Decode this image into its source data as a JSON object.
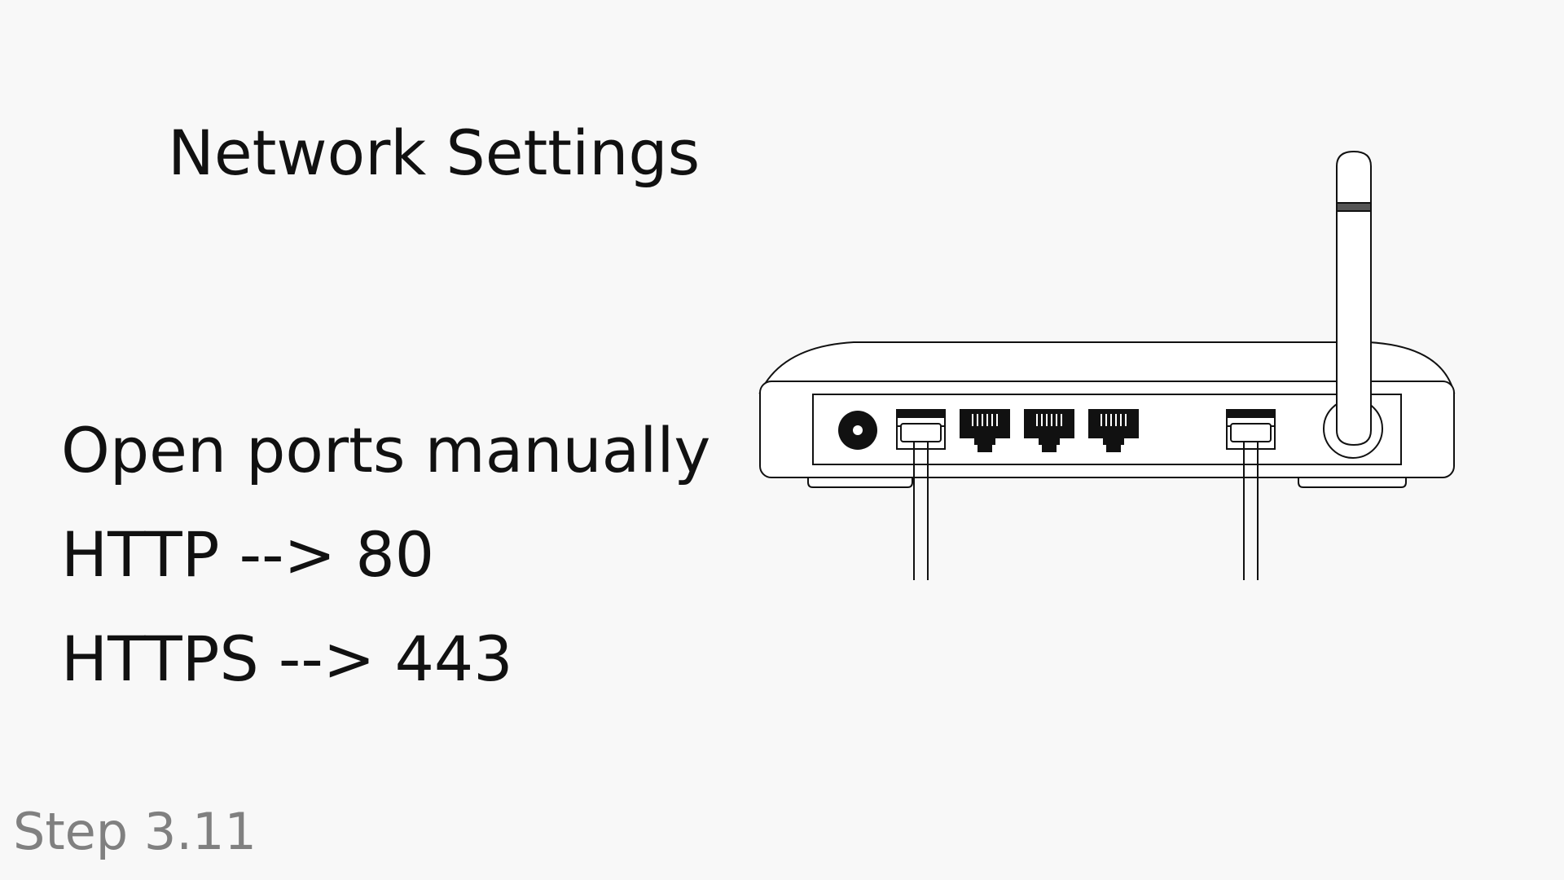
{
  "slide": {
    "title": "Network Settings",
    "instructions": [
      "Open ports manually",
      "HTTP --> 80",
      "HTTPS --> 443"
    ],
    "step_label": "Step 3.11"
  },
  "illustration": {
    "icon": "router-icon",
    "stroke_color": "#111111",
    "fill_color": "#ffffff",
    "background_color": "#f8f8f8"
  }
}
